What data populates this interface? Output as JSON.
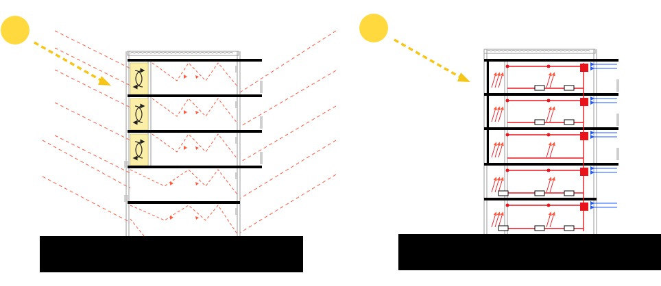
{
  "diagrams": [
    {
      "id": "passive-solar-section",
      "sun_icon": "sun-icon",
      "floors": 5,
      "features": [
        "sunspace-convection-loops",
        "solar-ray-reflection",
        "ground-mass"
      ]
    },
    {
      "id": "active-hvac-section",
      "sun_icon": "sun-icon",
      "floors": 5,
      "features": [
        "ventilation-ducts",
        "radiator-units",
        "air-inlets",
        "ground-mass"
      ]
    }
  ],
  "colors": {
    "sun": "#FFD93D",
    "sun_arrow": "#F5C518",
    "rays": "#FF5A40",
    "duct": "#E8141B",
    "inlet": "#1E5BFF",
    "sunspace": "#FBEEA6",
    "structure": "#000000",
    "wall": "#9a9a9a",
    "ground": "#000000"
  }
}
